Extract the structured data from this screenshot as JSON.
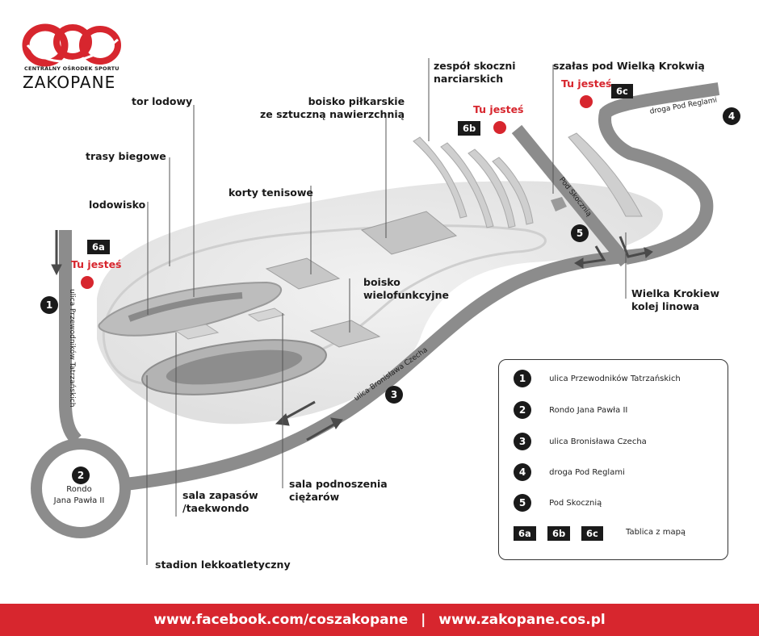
{
  "logo": {
    "acronym": "COS",
    "subtitle": "CENTRALNY OŚRODEK SPORTU",
    "city": "ZAKOPANE"
  },
  "facilities": {
    "tor_lodowy": "tor lodowy",
    "trasy_biegowe": "trasy biegowe",
    "lodowisko": "lodowisko",
    "boisko_pilkarskie": [
      "boisko piłkarskie",
      "ze sztuczną nawierzchnią"
    ],
    "korty": "korty tenisowe",
    "skocznie": [
      "zespół skoczni",
      "narciarskich"
    ],
    "szalas": "szałas pod Wielką Krokwią",
    "boisko_wielofunkcyjne": [
      "boisko",
      "wielofunkcyjne"
    ],
    "wielka_krokiew": [
      "Wielka Krokiew",
      "kolej linowa"
    ],
    "sala_zapasow": [
      "sala zapasów",
      "/taekwondo"
    ],
    "sala_ciezarow": [
      "sala podnoszenia",
      "ciężarów"
    ],
    "stadion": "stadion lekkoatletyczny"
  },
  "you_are_here": "Tu jesteś",
  "boards": [
    "6a",
    "6b",
    "6c"
  ],
  "roads": {
    "r1": "ulica Przewodników Tatrzańskich",
    "r3": "ulica Bronisława Czecha",
    "r4": "droga Pod Reglami",
    "r5": "Pod Skocznią"
  },
  "roundabout": [
    "Rondo",
    "Jana Pawła II"
  ],
  "legend": {
    "items": [
      {
        "num": "1",
        "text": "ulica Przewodników Tatrzańskich"
      },
      {
        "num": "2",
        "text": "Rondo Jana Pawła II"
      },
      {
        "num": "3",
        "text": "ulica Bronisława Czecha"
      },
      {
        "num": "4",
        "text": "droga Pod Reglami"
      },
      {
        "num": "5",
        "text": "Pod Skocznią"
      }
    ],
    "boards_caption": "Tablica z mapą"
  },
  "footer": {
    "left": "www.facebook.com/coszakopane",
    "sep": "|",
    "right": "www.zakopane.cos.pl"
  },
  "colors": {
    "accent_red": "#d7262e",
    "road_gray": "#8c8c8c",
    "area_gray": "#e6e6e6",
    "dark": "#1a1a1a"
  }
}
